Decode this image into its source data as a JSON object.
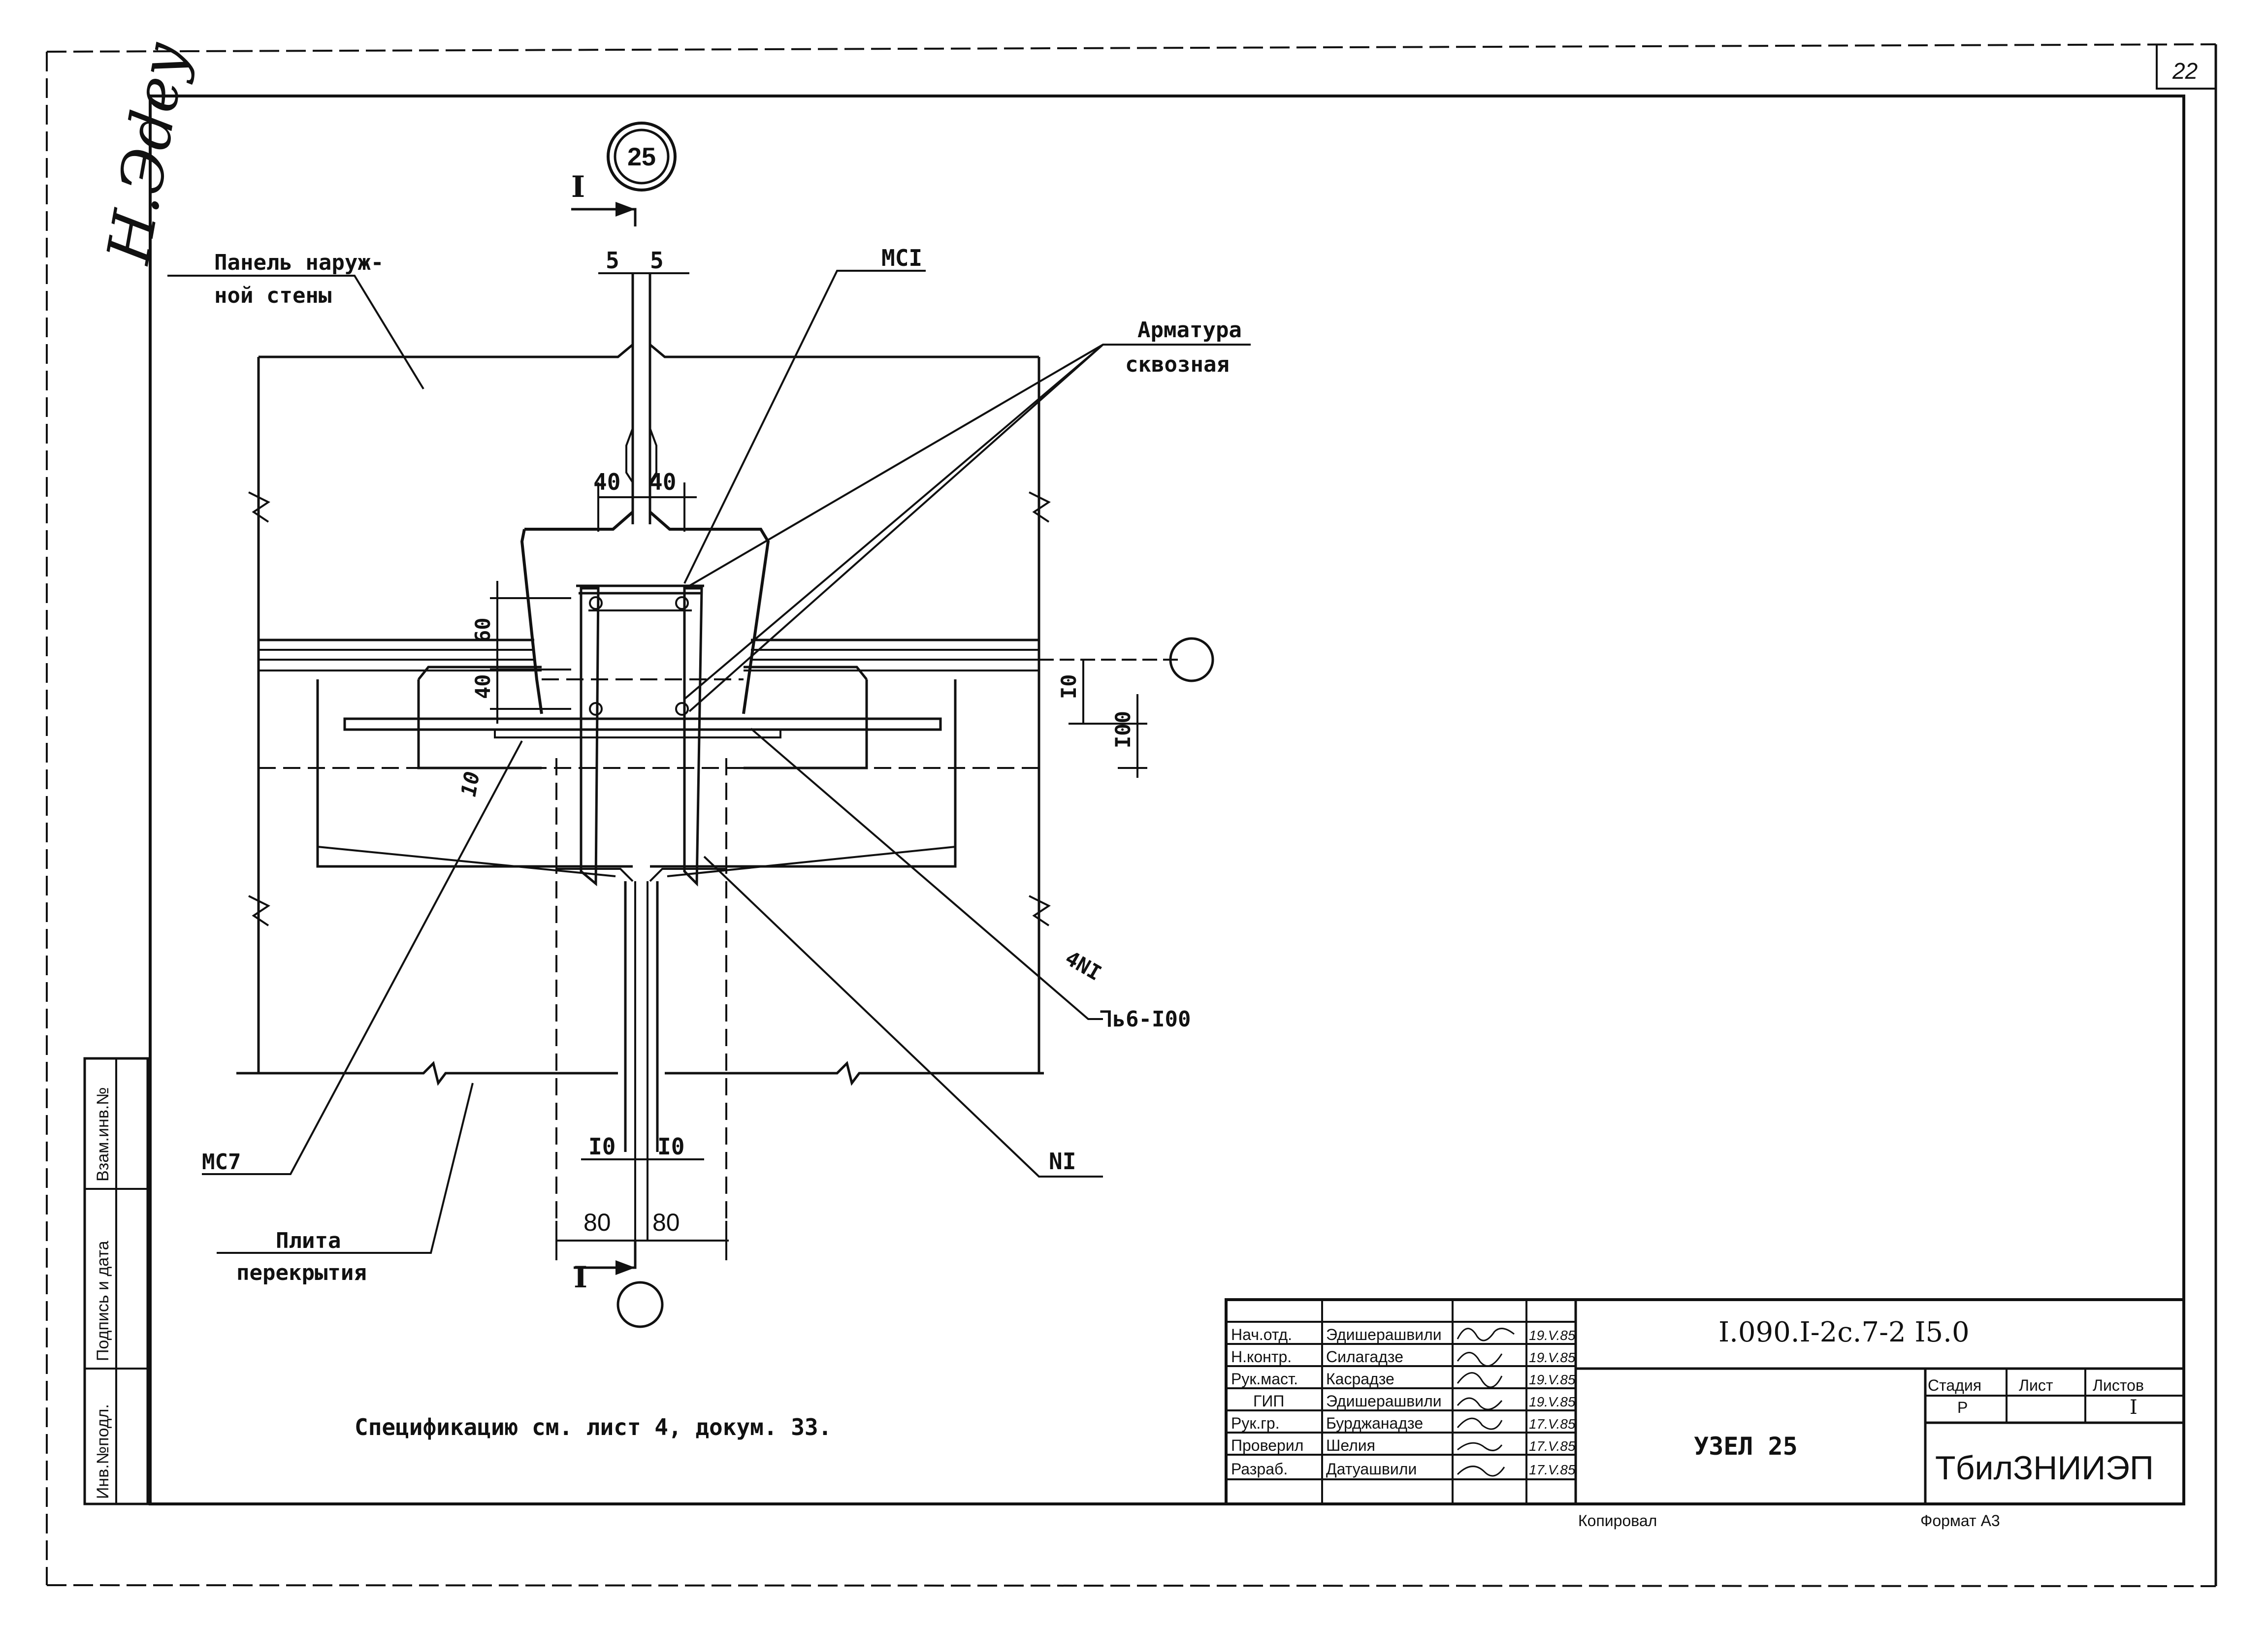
{
  "sheet_number": "22",
  "signature_side": "Н.Эdey",
  "node_number": "25",
  "section_mark": "I",
  "dimensions": {
    "top_gap_left": "5",
    "top_gap_right": "5",
    "bracket_left": "40",
    "bracket_right": "40",
    "vertical_60": "60",
    "vertical_40": "40",
    "vertical_10_left": "10",
    "right_10": "I0",
    "right_100": "I00",
    "bottom_10_left": "I0",
    "bottom_10_right": "I0",
    "bottom_80_left": "80",
    "bottom_80_right": "80"
  },
  "labels": {
    "outer_wall_panel_line1": "Панель наруж-",
    "outer_wall_panel_line2": "ной стены",
    "mc1": "МСI",
    "through_rebar_line1": "Арматура",
    "through_rebar_line2": "сквозная",
    "rebar_4n1": "4NI",
    "rebar_spec": "⅂ь6-I00",
    "mc7": "МС7",
    "n1": "NI",
    "floor_slab_line1": "Плита",
    "floor_slab_line2": "перекрытия"
  },
  "note": "Спецификацию см. лист  4, докум. 33.",
  "side_stamp": {
    "cell1": "Инв.№подл.",
    "cell2": "Подпись и дата",
    "cell3": "Взам.инв.№"
  },
  "title_block": {
    "document_code": "I.090.I-2c.7-2  I5.0",
    "title": "УЗЕЛ 25",
    "organization": "ТбилЗНИИЭП",
    "stage_header": "Стадия",
    "sheet_header": "Лист",
    "sheets_header": "Листов",
    "stage_value": "Р",
    "sheet_value": "",
    "sheets_value": "I",
    "copied_label": "Копировал",
    "format_label": "Формат  А3",
    "rows": [
      {
        "role": "Нач.отд.",
        "name": "Эдишерашвили",
        "date": "19.V.85"
      },
      {
        "role": "Н.контр.",
        "name": "Силагадзе",
        "date": "19.V.85"
      },
      {
        "role": "Рук.маст.",
        "name": "Касрадзе",
        "date": "19.V.85"
      },
      {
        "role": "ГИП",
        "name": "Эдишерашвили",
        "date": "19.V.85"
      },
      {
        "role": "Рук.гр.",
        "name": "Бурджанадзе",
        "date": "17.V.85"
      },
      {
        "role": "Проверил",
        "name": "Шелия",
        "date": "17.V.85"
      },
      {
        "role": "Разраб.",
        "name": "Датуашвили",
        "date": "17.V.85"
      }
    ]
  }
}
